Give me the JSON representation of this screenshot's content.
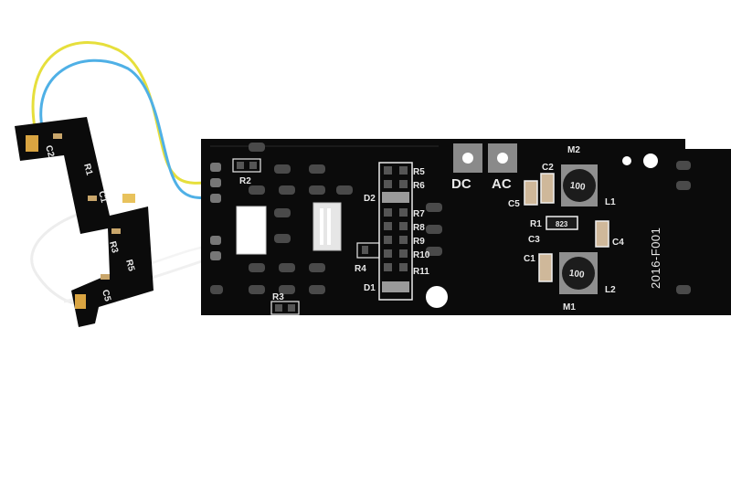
{
  "main_board": {
    "component_labels": {
      "r2": "R2",
      "r3": "R3",
      "r4": "R4",
      "r5": "R5",
      "r6": "R6",
      "r7": "R7",
      "r8": "R8",
      "r9": "R9",
      "r10": "R10",
      "r11": "R11",
      "r1": "R1",
      "d1": "D1",
      "d2": "D2",
      "c1": "C1",
      "c2": "C2",
      "c3": "C3",
      "c4": "C4",
      "c5": "C5",
      "l1": "L1",
      "l2": "L2",
      "m1": "M1",
      "m2": "M2"
    },
    "input_labels": {
      "dc": "DC",
      "ac": "AC"
    },
    "board_id": "2016-F001",
    "resistor_marking": "823",
    "inductor_marking": "100"
  },
  "small_board": {
    "labels": [
      "C2",
      "R1",
      "C1",
      "R3",
      "R5",
      "C5"
    ]
  },
  "colors": {
    "background": "#ffffff",
    "pcb": "#0b0b0b",
    "silkscreen": "#e9e9e9",
    "wire_yellow": "#e6df3c",
    "wire_blue": "#4fb0e6",
    "wire_white": "#f2f2f2"
  }
}
